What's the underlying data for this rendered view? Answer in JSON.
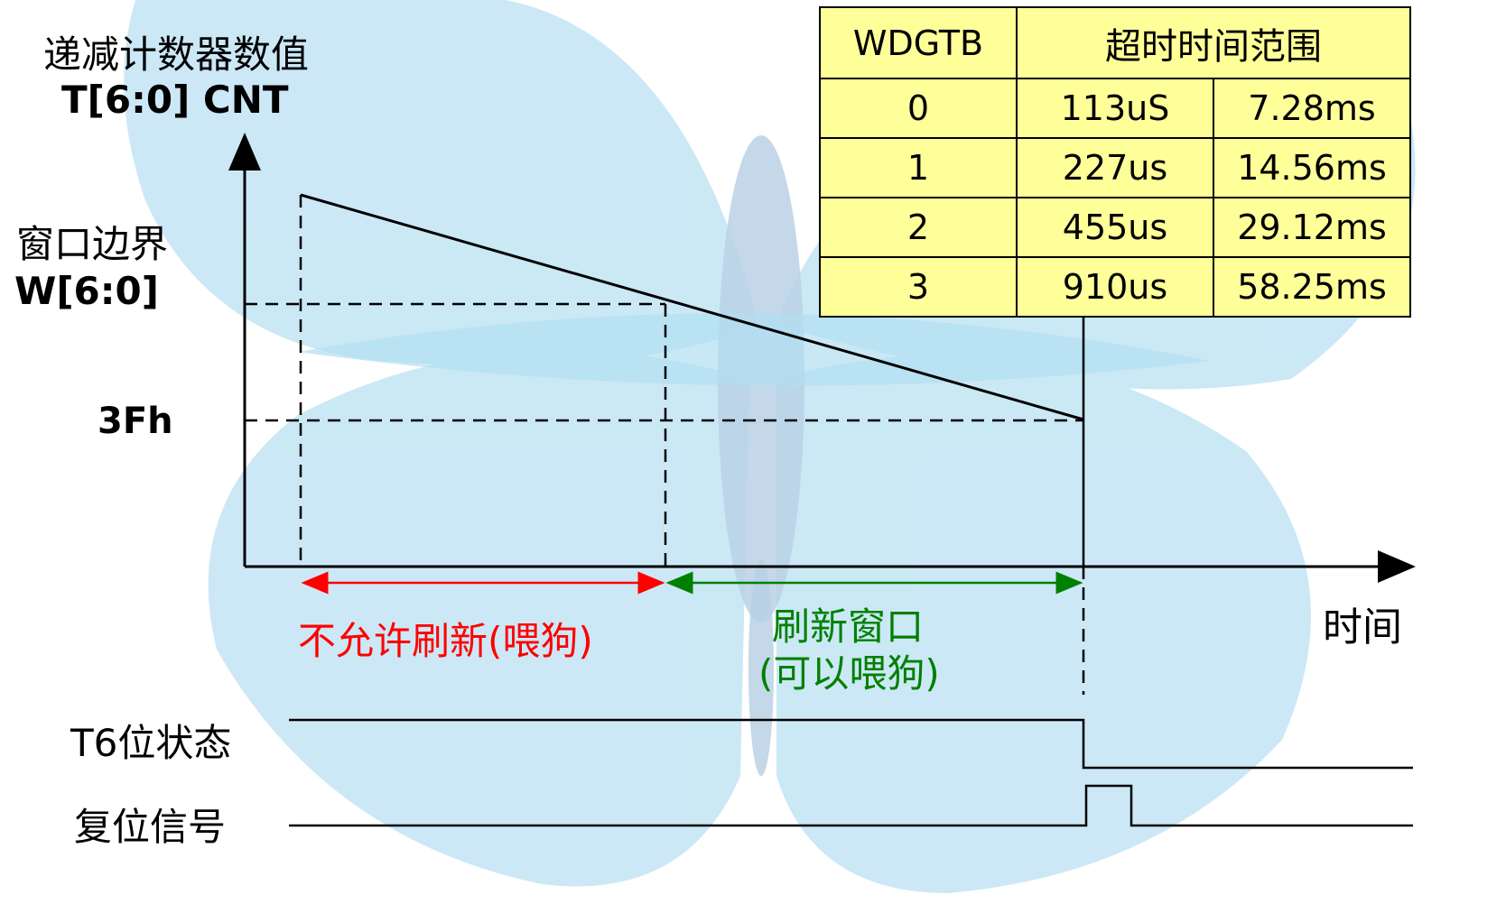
{
  "y_axis": {
    "title_cn": "递减计数器数值",
    "title_en": "T[6:0] CNT"
  },
  "y_levels": {
    "window_label_cn": "窗口边界",
    "window_label_en": "W[6:0]",
    "threshold_label": "3Fh"
  },
  "x_axis": {
    "label": "时间"
  },
  "regions": {
    "forbidden": "不允许刷新(喂狗)",
    "refresh_line1": "刷新窗口",
    "refresh_line2": "(可以喂狗)"
  },
  "signals": {
    "t6": "T6位状态",
    "reset": "复位信号"
  },
  "table": {
    "header": [
      "WDGTB",
      "超时时间范围"
    ],
    "rows": [
      [
        "0",
        "113uS",
        "7.28ms"
      ],
      [
        "1",
        "227us",
        "14.56ms"
      ],
      [
        "2",
        "455us",
        "29.12ms"
      ],
      [
        "3",
        "910us",
        "58.25ms"
      ]
    ]
  },
  "colors": {
    "forbidden": "#ff0000",
    "refresh": "#008000",
    "table_bg": "#ffff99",
    "butterfly": "#bfe3f3"
  }
}
